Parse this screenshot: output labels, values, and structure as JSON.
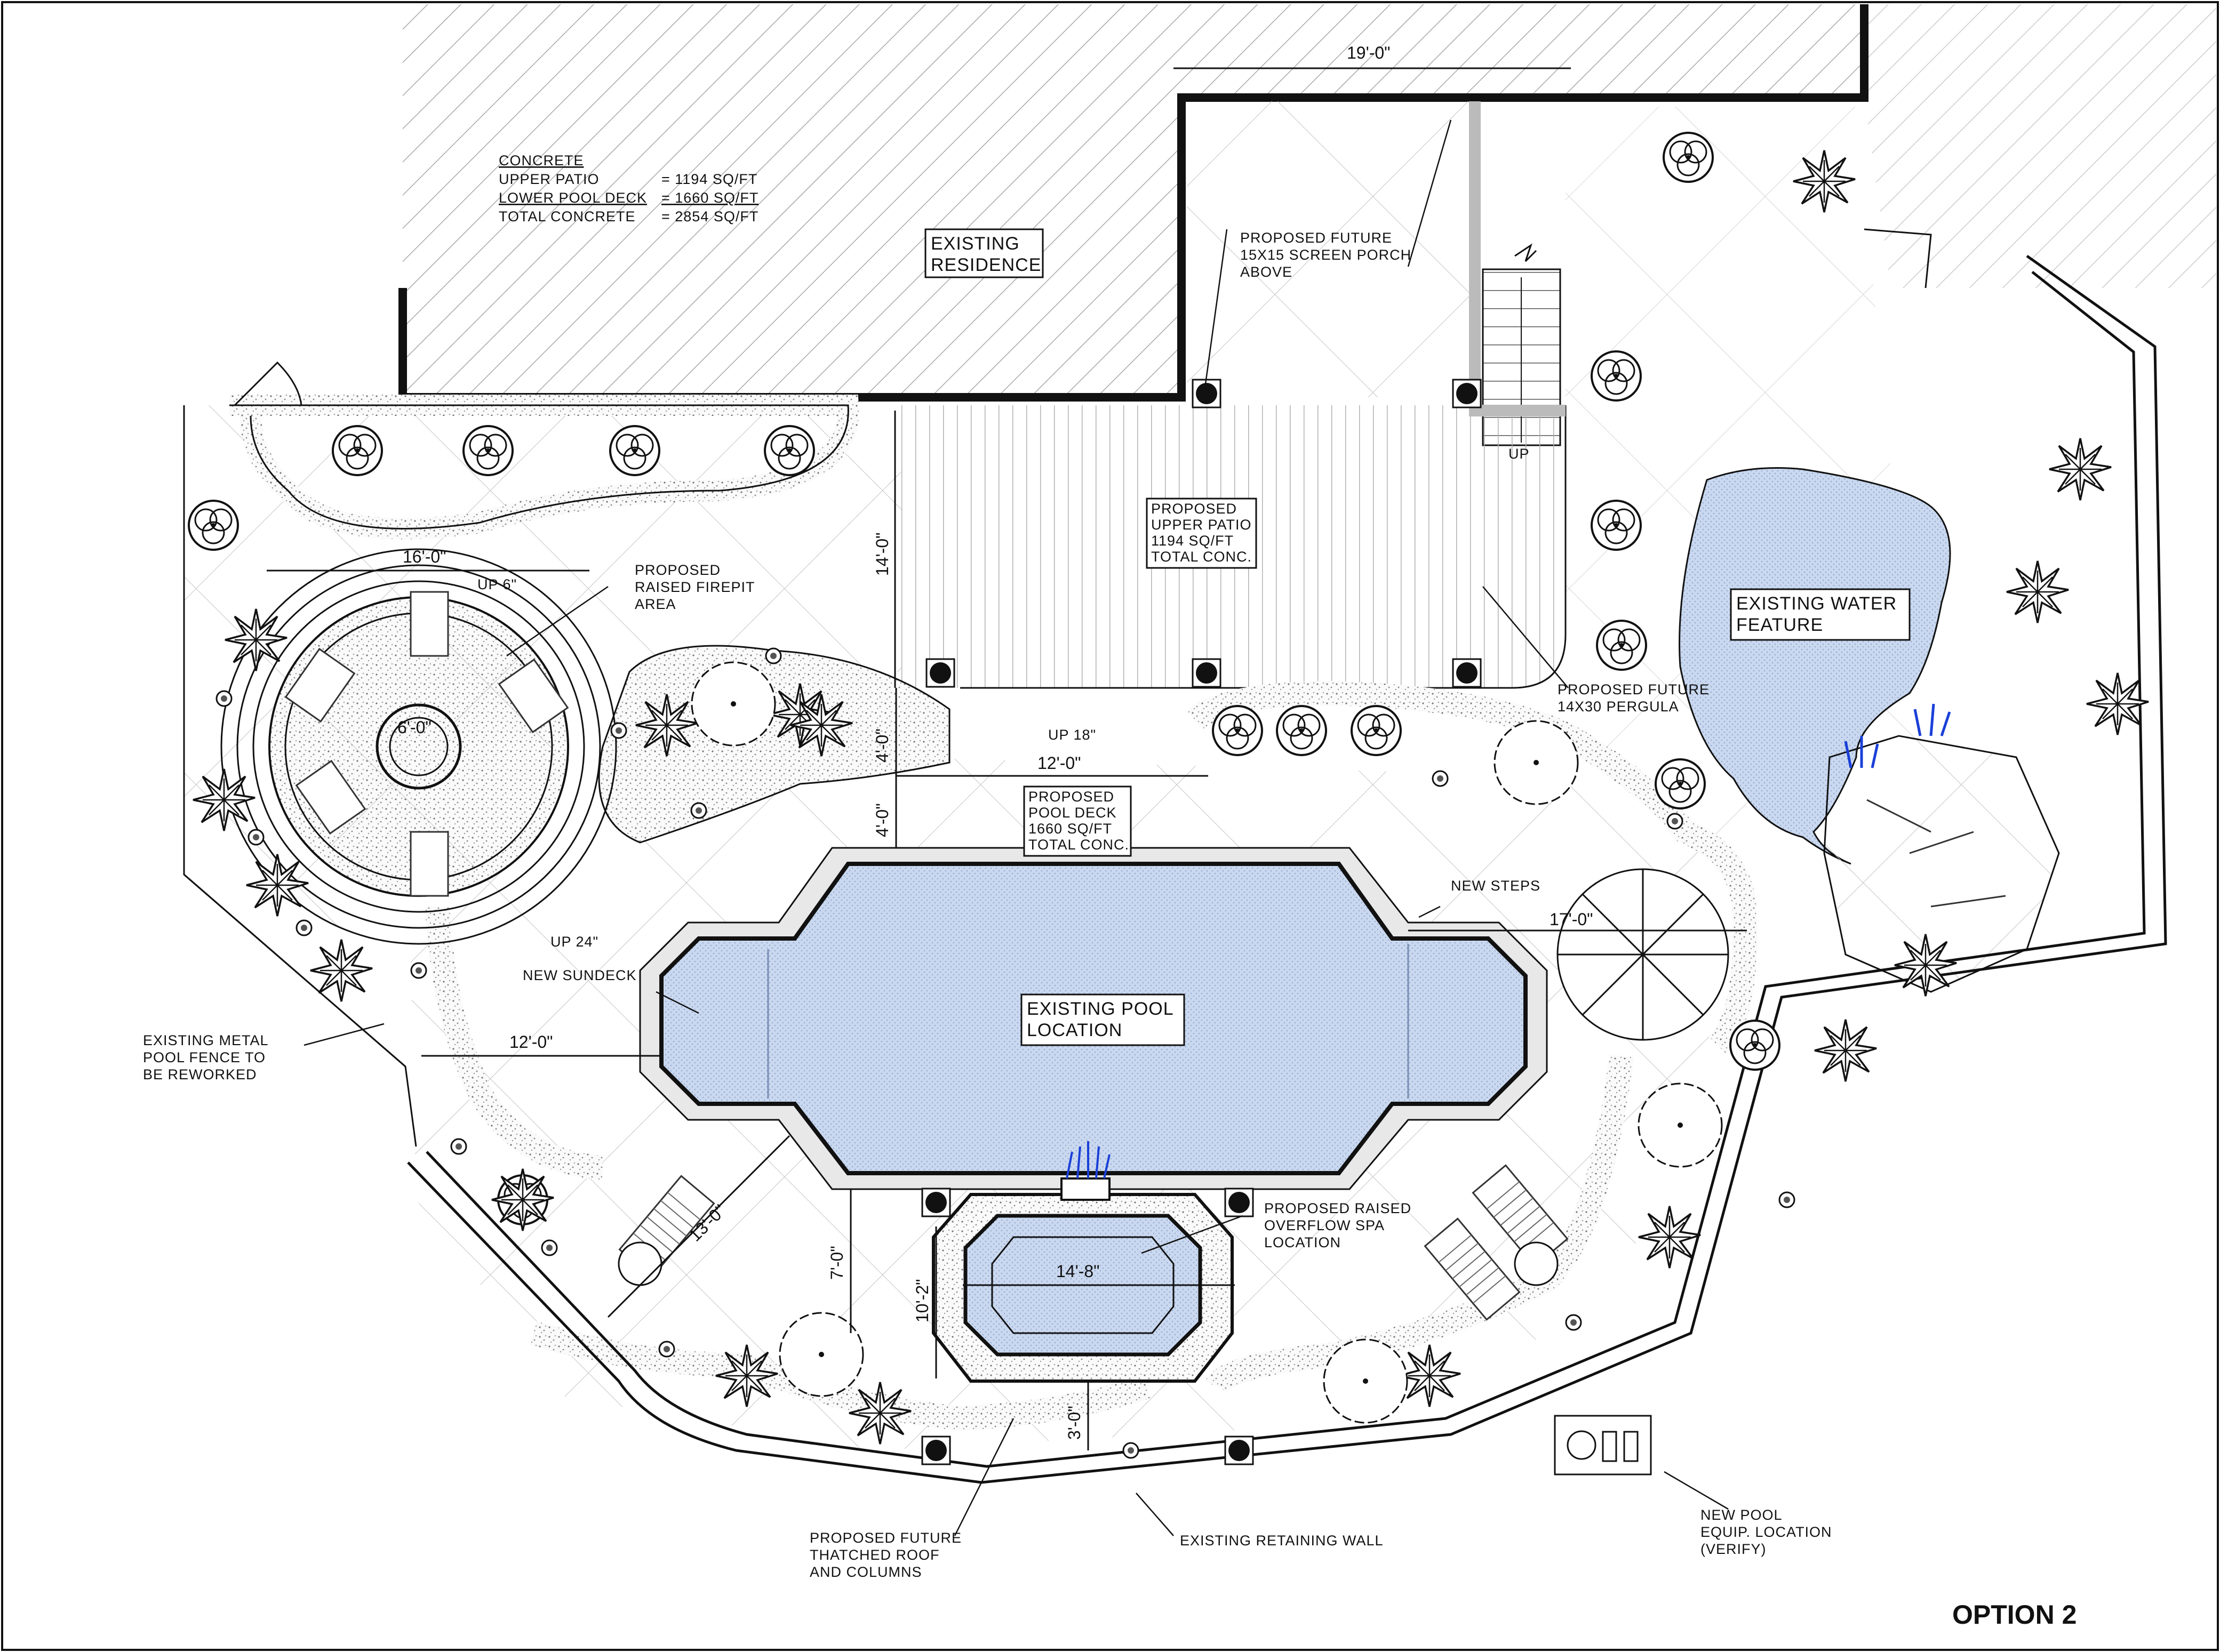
{
  "colors": {
    "line": "#111111",
    "water": "#c6d6ee",
    "hatch": "#a8a8a8",
    "gravel": "#bdbdbd",
    "reeds": "#1a3fd8"
  },
  "concrete_table": {
    "heading": "CONCRETE",
    "rows": [
      {
        "label": "UPPER PATIO",
        "value": "= 1194 SQ/FT"
      },
      {
        "label": "LOWER POOL DECK",
        "value": "= 1660 SQ/FT"
      },
      {
        "label": "TOTAL CONCRETE",
        "value": "= 2854 SQ/FT"
      }
    ]
  },
  "boxed_labels": {
    "residence": [
      "EXISTING",
      "RESIDENCE"
    ],
    "upper_patio": [
      "PROPOSED",
      "UPPER PATIO",
      "1194 SQ/FT",
      "TOTAL CONC."
    ],
    "pool_deck": [
      "PROPOSED",
      "POOL DECK",
      "1660 SQ/FT",
      "TOTAL CONC."
    ],
    "pool": [
      "EXISTING POOL",
      "LOCATION"
    ],
    "water_feature": [
      "EXISTING WATER",
      "FEATURE"
    ]
  },
  "callouts": {
    "screen_porch": [
      "PROPOSED FUTURE",
      "15X15 SCREEN PORCH",
      "ABOVE"
    ],
    "firepit": [
      "PROPOSED",
      "RAISED FIREPIT",
      "AREA"
    ],
    "pergola": [
      "PROPOSED FUTURE",
      "14X30 PERGULA"
    ],
    "new_steps": "NEW STEPS",
    "new_sundeck": "NEW SUNDECK",
    "metal_fence": [
      "EXISTING METAL",
      "POOL FENCE TO",
      "BE REWORKED"
    ],
    "spa": [
      "PROPOSED RAISED",
      "OVERFLOW SPA",
      "LOCATION"
    ],
    "thatched_roof": [
      "PROPOSED FUTURE",
      "THATCHED ROOF",
      "AND COLUMNS"
    ],
    "retaining_wall": "EXISTING RETAINING WALL",
    "pool_equip": [
      "NEW POOL",
      "EQUIP. LOCATION",
      "(VERIFY)"
    ],
    "stair_up": "UP",
    "up_6": "UP 6\"",
    "up_24": "UP 24\"",
    "up_18": "UP 18\""
  },
  "dimensions": {
    "porch_width": "19'-0\"",
    "firepit_width": "16'-0\"",
    "firepit_inner": "6'-0\"",
    "patio_depth": "14'-0\"",
    "walk_width": "12'-0\"",
    "step_height": "4'-0\"",
    "planter": "4'-0\"",
    "umbrella": "17'-0\"",
    "sundeck": "12'-0\"",
    "deck_diag": "13'-0\"",
    "spa_setback": "7'-0\"",
    "spa_depth": "10'-2\"",
    "spa_width": "14'-8\"",
    "spa_bottom": "3'-0\""
  },
  "sheet_title": "OPTION 2"
}
